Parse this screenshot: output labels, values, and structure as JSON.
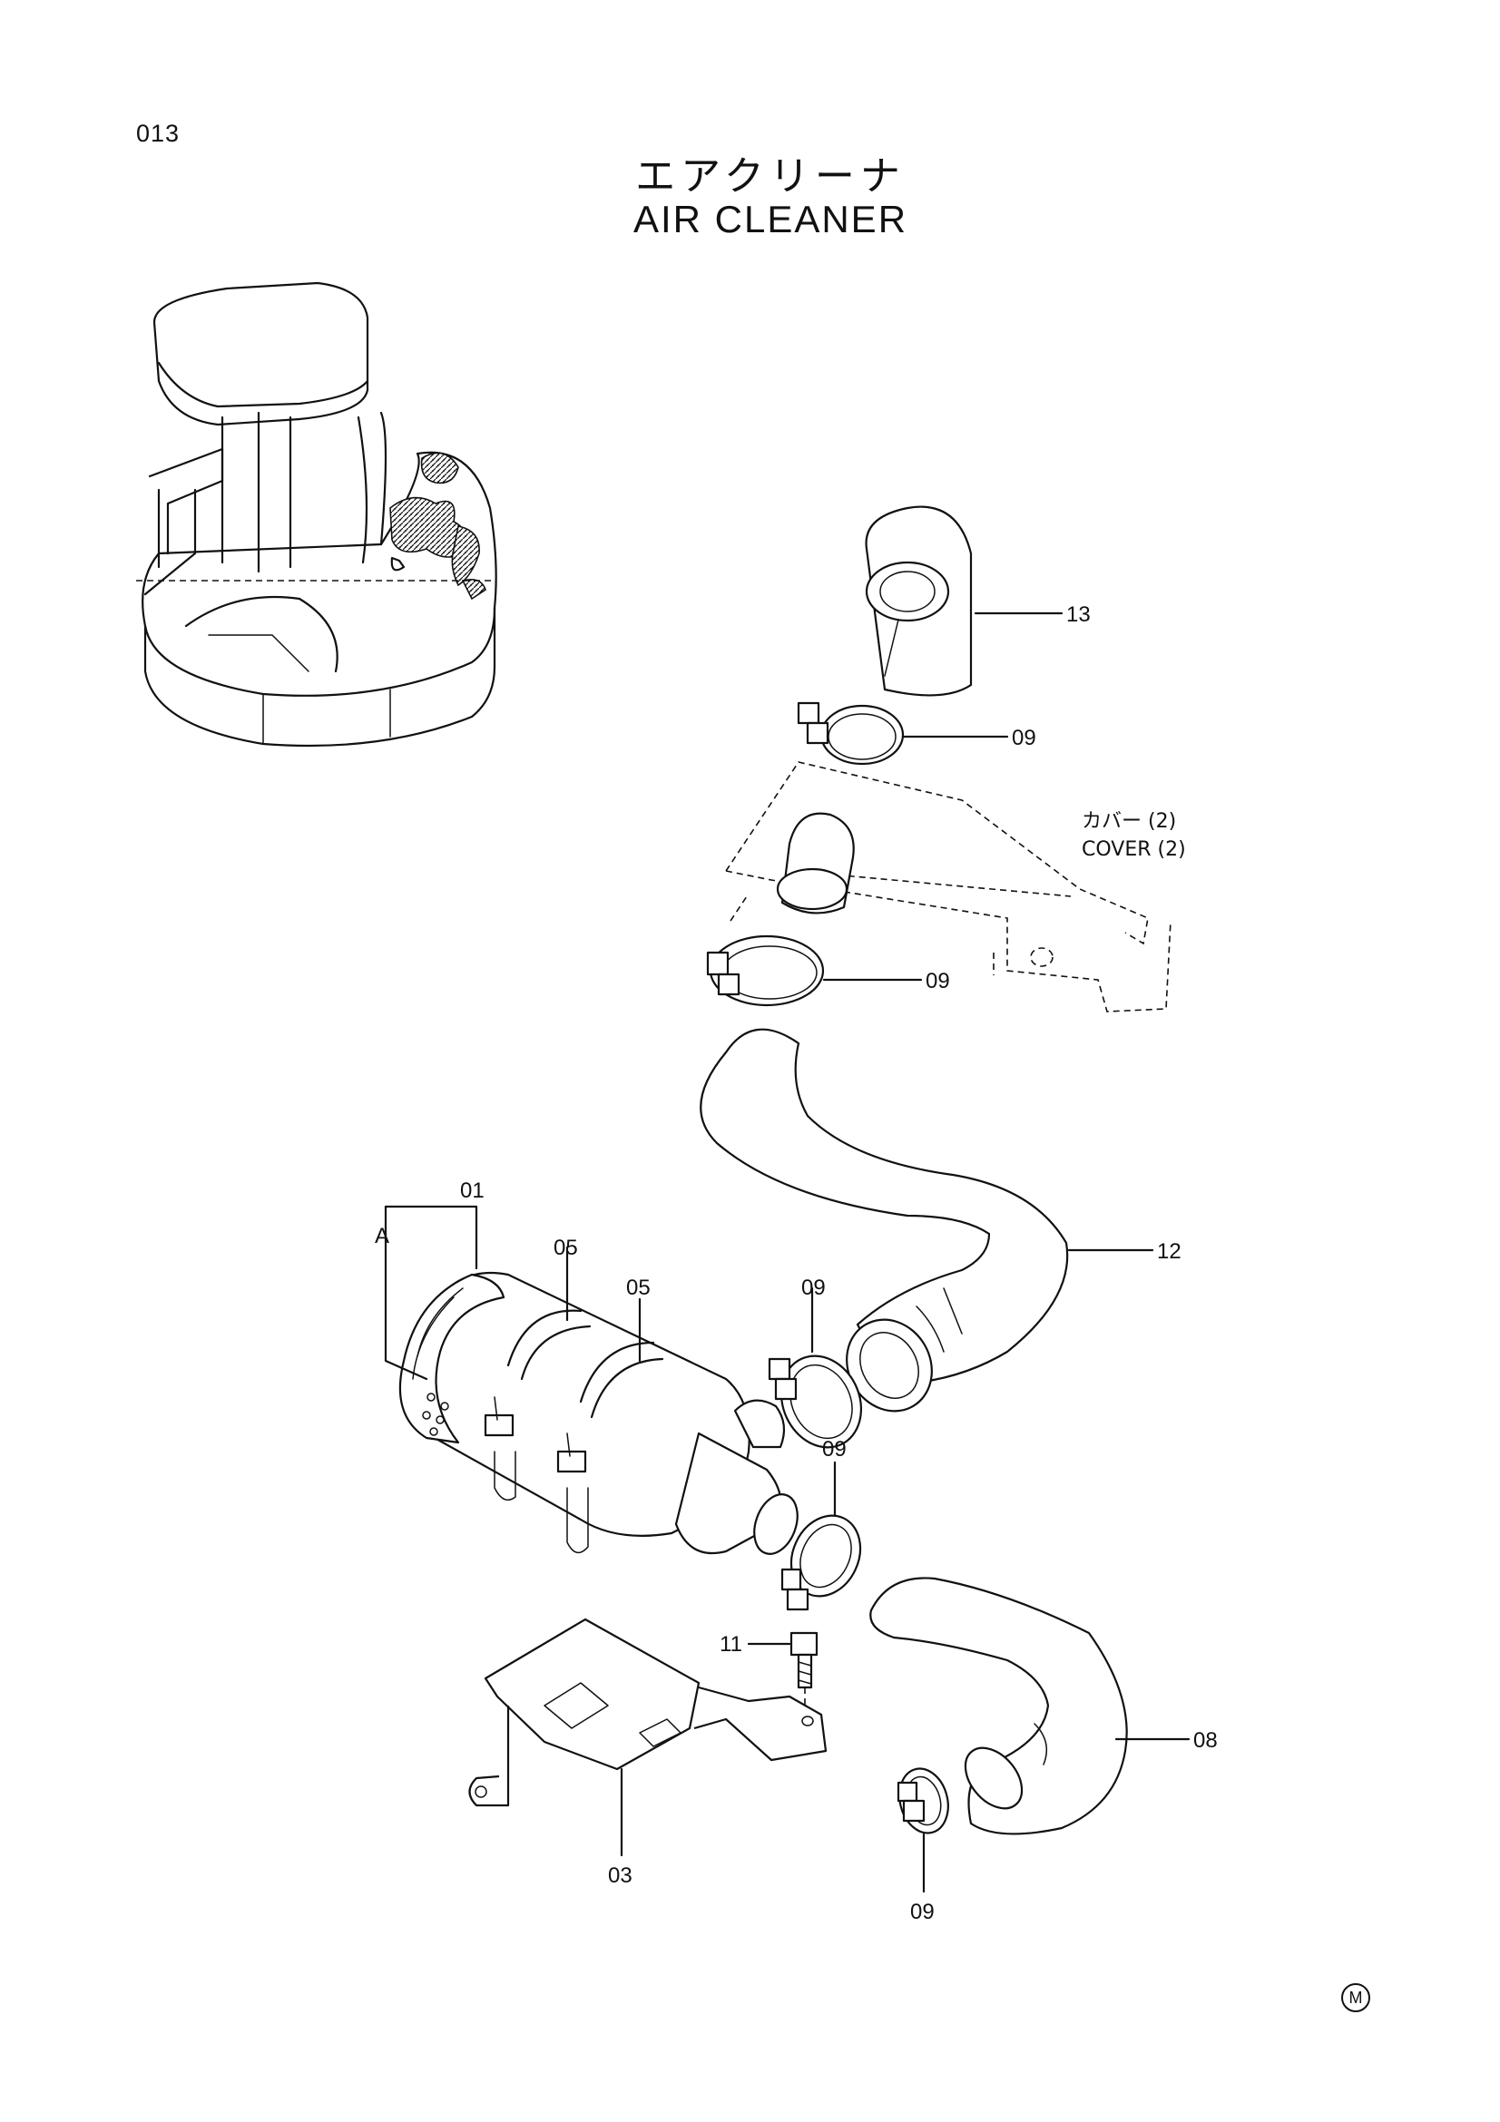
{
  "page_number": "013",
  "title_ja": "エアクリーナ",
  "title_en": "AIR CLEANER",
  "detail_label": "A",
  "callouts": {
    "c13": "13",
    "c09_top": "09",
    "c09_mid": "09",
    "c12": "12",
    "c01": "01",
    "c05_left": "05",
    "c05_right": "05",
    "c09_right": "09",
    "c09_lower": "09",
    "c11": "11",
    "c08": "08",
    "c03": "03",
    "c09_bottom": "09"
  },
  "cover_note": {
    "ja": "カバー (2)",
    "en": "COVER (2)"
  },
  "corner_mark": "M"
}
